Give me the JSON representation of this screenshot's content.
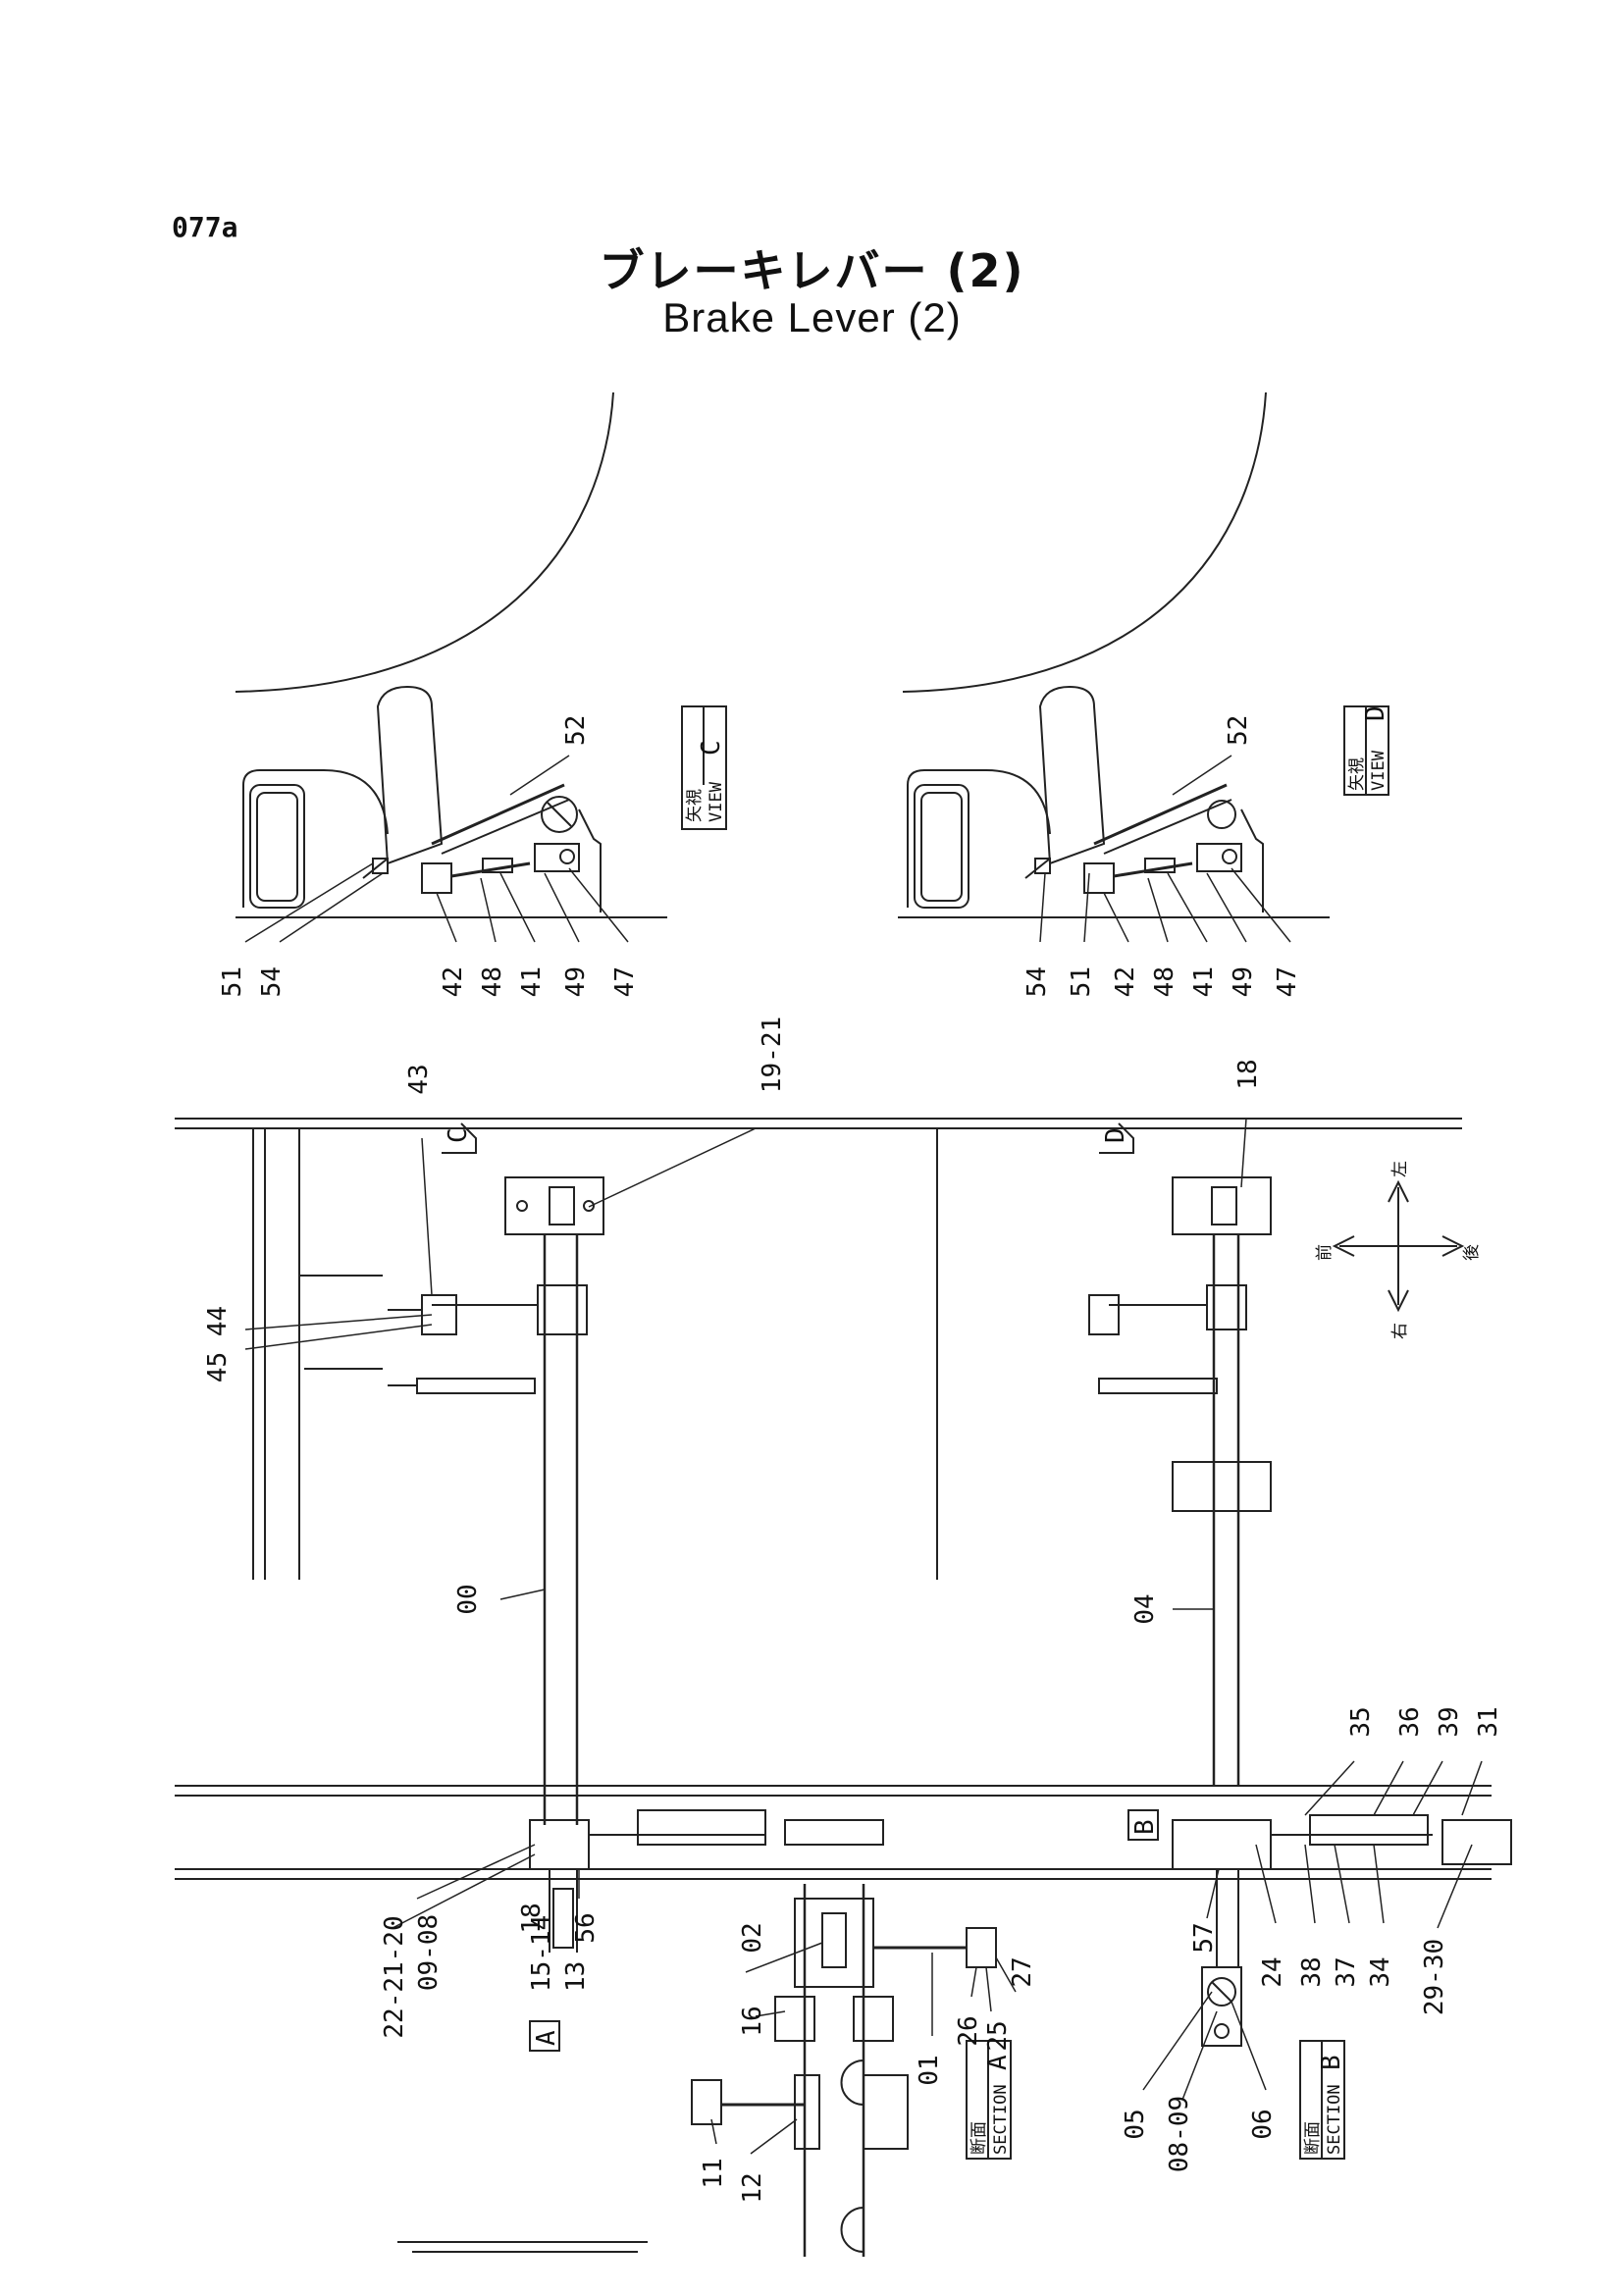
{
  "page_code": "077a",
  "title_jp": "ブレーキレバー (2)",
  "title_en": "Brake Lever (2)",
  "view_labels": {
    "view_jp": "矢視",
    "view_en": "VIEW",
    "section_jp": "断面",
    "section_en": "SECTION",
    "c": "C",
    "d": "D",
    "a": "A",
    "b": "B"
  },
  "direction": {
    "left": "左",
    "front": "前",
    "rear": "後",
    "right": "右"
  },
  "view_c_parts": [
    "51",
    "54",
    "42",
    "48",
    "41",
    "49",
    "47",
    "52"
  ],
  "view_d_parts": [
    "54",
    "51",
    "42",
    "48",
    "41",
    "49",
    "47",
    "52"
  ],
  "callouts": {
    "p43": "43",
    "p19_21": "19-21",
    "p18_top": "18",
    "p45_44": "45 44",
    "p00": "00",
    "p04": "04",
    "p35": "35",
    "p36": "36",
    "p39": "39",
    "p31": "31",
    "p22_21_20": "22-21-20",
    "p09_08": "09-08",
    "p18": "18",
    "p15_14": "15-14",
    "p13": "13",
    "p56": "56",
    "p57": "57",
    "p24": "24",
    "p38": "38",
    "p37": "37",
    "p34": "34",
    "p29_30": "29-30",
    "p16": "16",
    "p02": "02",
    "p01": "01",
    "p26": "26",
    "p25": "25",
    "p27": "27",
    "p11": "11",
    "p12": "12",
    "p05": "05",
    "p08_09": "08-09",
    "p06": "06"
  }
}
